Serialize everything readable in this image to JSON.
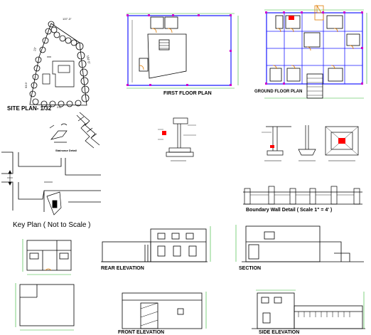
{
  "sheet": {
    "site_plan_title": "SITE PLAN- 1/32",
    "site_dims": [
      "137'-3\"",
      "23'",
      "154'-5\"",
      "93.9'",
      "211'"
    ],
    "first_floor_title": "FIRST FLOOR PLAN",
    "ground_floor_title": "GROUND FLOOR PLAN",
    "staircase_title": "Staircase Detail",
    "key_plan_title": "Key Plan  ( Not to Scale )",
    "boundary_wall_title": "Boundary Wall Detail ( Scale 1\" = 4' )",
    "rear_elevation_title": "REAR ELEVATION",
    "section_title": "SECTION",
    "front_elevation_title": "FRONT ELEVATION",
    "side_elevation_title": "SIDE ELEVATION"
  },
  "colors": {
    "line": "#000000",
    "door": "#e07b00",
    "wall_axis": "#1a1aff",
    "dimension": "#2bb52b",
    "grid_marker": "#cc00cc",
    "highlight": "#ff0000"
  }
}
